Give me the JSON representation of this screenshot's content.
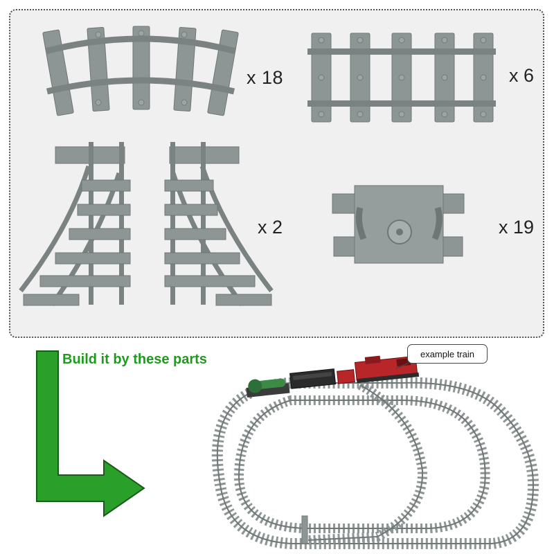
{
  "colors": {
    "track_gray": "#8d9595",
    "track_dark": "#6e7676",
    "panel_bg": "#f0f0f0",
    "arrow_green": "#2aa02a",
    "arrow_outline": "#1a5a1a",
    "caption_green": "#1f9a1f",
    "train_red": "#b8262a",
    "tender_black": "#2b2b2b",
    "tank_green": "#3c8a45"
  },
  "parts": {
    "curved": {
      "icon": "curved-track-icon",
      "quantity_label": "x 18"
    },
    "straight": {
      "icon": "straight-track-icon",
      "quantity_label": "x 6"
    },
    "switch": {
      "icon": "switch-track-icon",
      "quantity_label": "x 2"
    },
    "flex": {
      "icon": "flexible-track-icon",
      "quantity_label": "x 19"
    }
  },
  "caption": {
    "text": "Build it by these parts",
    "icon": "bent-arrow-icon"
  },
  "callout": {
    "text": "example train"
  },
  "layout_image": {
    "icon": "train-layout-icon"
  }
}
